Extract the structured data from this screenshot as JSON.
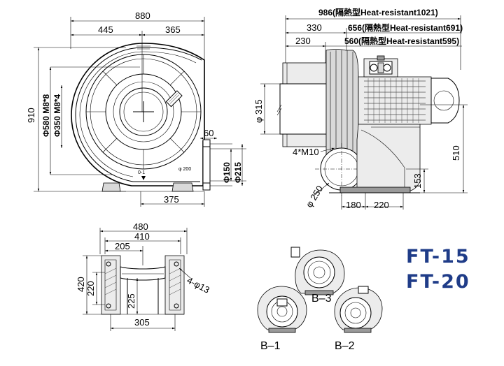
{
  "front_view": {
    "overall_width": "880",
    "left_width": "445",
    "right_width": "365",
    "height": "910",
    "bolt_circle_large": "Φ580 M8*8",
    "bolt_circle_small": "Φ350 M8*4",
    "flange_60": "60",
    "outlet_150": "Φ150",
    "outlet_215": "Φ215",
    "base_375": "375",
    "label_200": "φ 200",
    "label_01": "0-1"
  },
  "side_view": {
    "total_length": "986(隔熱型Heat-resistant1021)",
    "len_330": "330",
    "len_656": "656(隔熱型Heat-resistant691)",
    "len_230": "230",
    "len_560": "560(隔熱型Heat-resistant595)",
    "diameter_315": "φ 315",
    "bolts": "4*M10",
    "height_510": "510",
    "height_153": "153",
    "diameter_250": "φ 250",
    "base_180": "180",
    "base_220": "220"
  },
  "base_view": {
    "width_480": "480",
    "width_410": "410",
    "width_205": "205",
    "depth_420": "420",
    "depth_220": "220",
    "depth_225": "225",
    "holes": "4-φ13",
    "width_305": "305"
  },
  "models": {
    "line1": "FT-15",
    "line2": "FT-20",
    "color": "#1f3c88"
  },
  "variants": {
    "b1": "B–1",
    "b2": "B–2",
    "b3": "B–3"
  }
}
